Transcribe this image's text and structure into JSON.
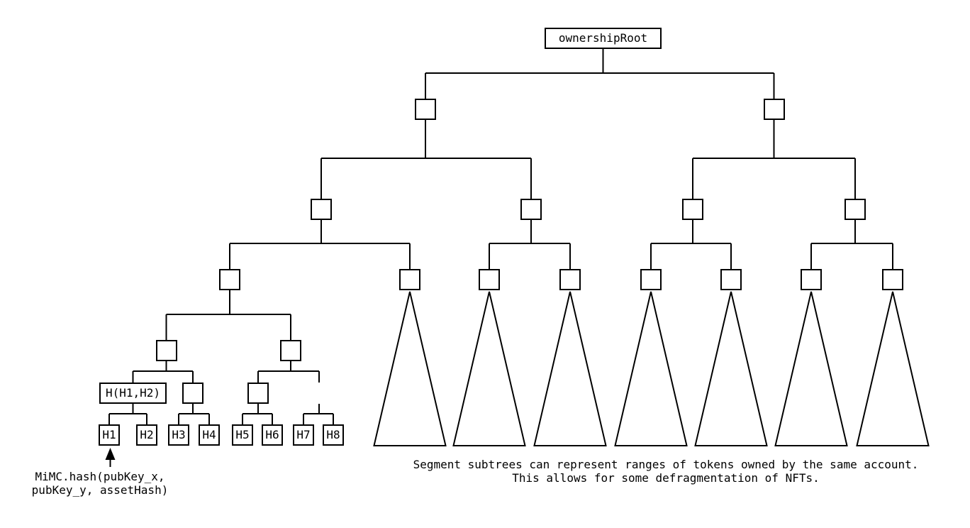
{
  "diagram": {
    "root_label": "ownershipRoot",
    "hash_node_label": "H(H1,H2)",
    "leaves": [
      "H1",
      "H2",
      "H3",
      "H4",
      "H5",
      "H6",
      "H7",
      "H8"
    ],
    "annotation": {
      "line1": "MiMC.hash(pubKey_x,",
      "line2": "pubKey_y, assetHash)"
    },
    "caption": {
      "line1": "Segment subtrees can represent ranges of tokens owned by the same account.",
      "line2": "This allows for some defragmentation of NFTs."
    },
    "structure": {
      "internal_nodes_level1": 2,
      "internal_nodes_level2": 4,
      "internal_nodes_level3": 8,
      "internal_nodes_level4": 2,
      "internal_nodes_level5": 3,
      "segment_subtree_count": 7,
      "leaf_count": 8
    },
    "colors": {
      "line": "#000000",
      "node_fill": "#ffffff",
      "background": "#ffffff",
      "text": "#000000"
    }
  }
}
